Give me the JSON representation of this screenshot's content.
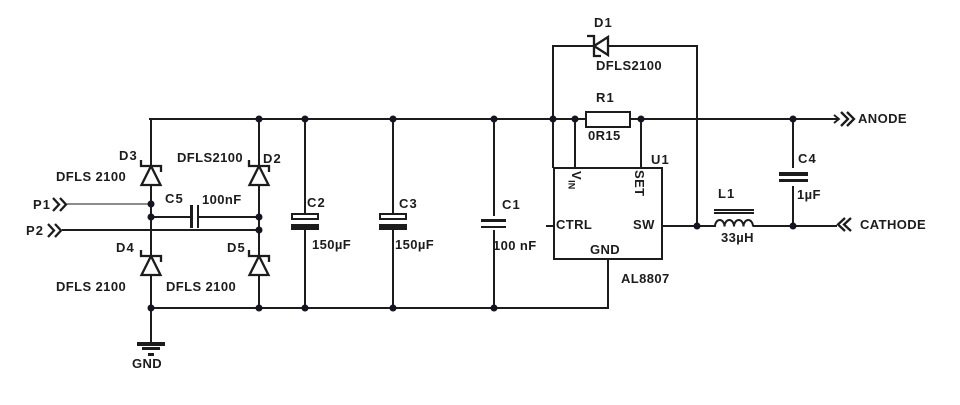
{
  "ports": {
    "p1": "P1",
    "p2": "P2",
    "anode": "ANODE",
    "cathode": "CATHODE"
  },
  "net_labels": {
    "gnd": "GND"
  },
  "components": {
    "D1": {
      "ref": "D1",
      "part": "DFLS2100"
    },
    "D2": {
      "ref": "D2",
      "part": "DFLS2100"
    },
    "D3": {
      "ref": "D3",
      "part": "DFLS 2100"
    },
    "D4": {
      "ref": "D4",
      "part": "DFLS 2100"
    },
    "D5": {
      "ref": "D5",
      "part": "DFLS 2100"
    },
    "C1": {
      "ref": "C1",
      "value": "100 nF"
    },
    "C2": {
      "ref": "C2",
      "value": "150µF"
    },
    "C3": {
      "ref": "C3",
      "value": "150µF"
    },
    "C4": {
      "ref": "C4",
      "value": "1µF"
    },
    "C5": {
      "ref": "C5",
      "value": "100nF"
    },
    "R1": {
      "ref": "R1",
      "value": "0R15"
    },
    "L1": {
      "ref": "L1",
      "value": "33µH"
    },
    "U1": {
      "ref": "U1",
      "part": "AL8807",
      "pin_vin_main": "V",
      "pin_vin_sub": "IN",
      "pin_set": "SET",
      "pin_ctrl": "CTRL",
      "pin_sw": "SW",
      "pin_gnd": "GND"
    }
  },
  "colors": {
    "wire": "#1c1c1c",
    "p1_wire": "#8c8c8c",
    "background": "#ffffff"
  }
}
